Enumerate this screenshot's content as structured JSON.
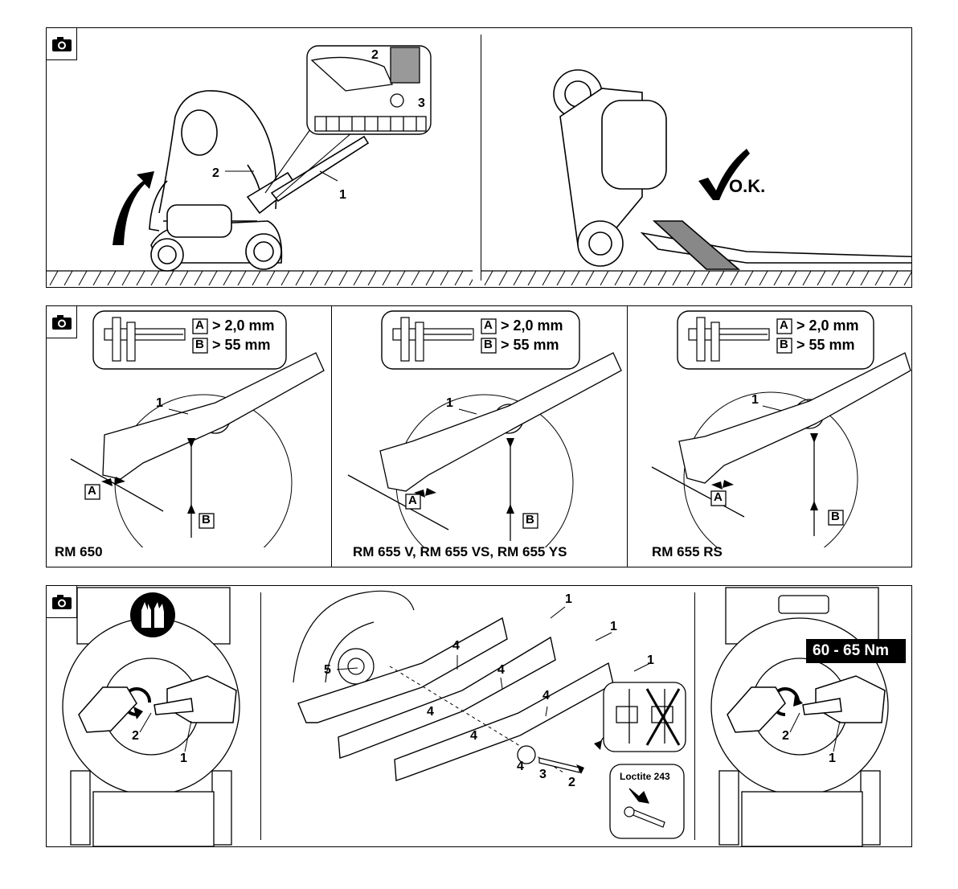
{
  "top": {
    "left_labels": {
      "one": "1",
      "two": "2",
      "inset_two": "2",
      "inset_three": "3"
    },
    "ok_label": "O.K."
  },
  "middle": {
    "spec_a_box": "A",
    "spec_a_text": "> 2,0 mm",
    "spec_b_box": "B",
    "spec_b_text": "> 55 mm",
    "blade_label": "1",
    "models": [
      "RM 650",
      "RM 655 V, RM 655 VS, RM 655 YS",
      "RM 655 RS"
    ]
  },
  "bottom": {
    "left_labels": {
      "one": "1",
      "two": "2"
    },
    "center_labels": {
      "one_a": "1",
      "one_b": "1",
      "one_c": "1",
      "four_a": "4",
      "four_b": "4",
      "four_c": "4",
      "four_d": "4",
      "four_e": "4",
      "four_f": "4",
      "five": "5",
      "three": "3",
      "two": "2"
    },
    "loctite": "Loctite 243",
    "torque": "60 - 65 Nm",
    "right_labels": {
      "one": "1",
      "two": "2"
    }
  },
  "icons": [
    "camera-icon",
    "gloves-icon",
    "checkmark-icon",
    "arrow-icon",
    "caliper-icon"
  ]
}
